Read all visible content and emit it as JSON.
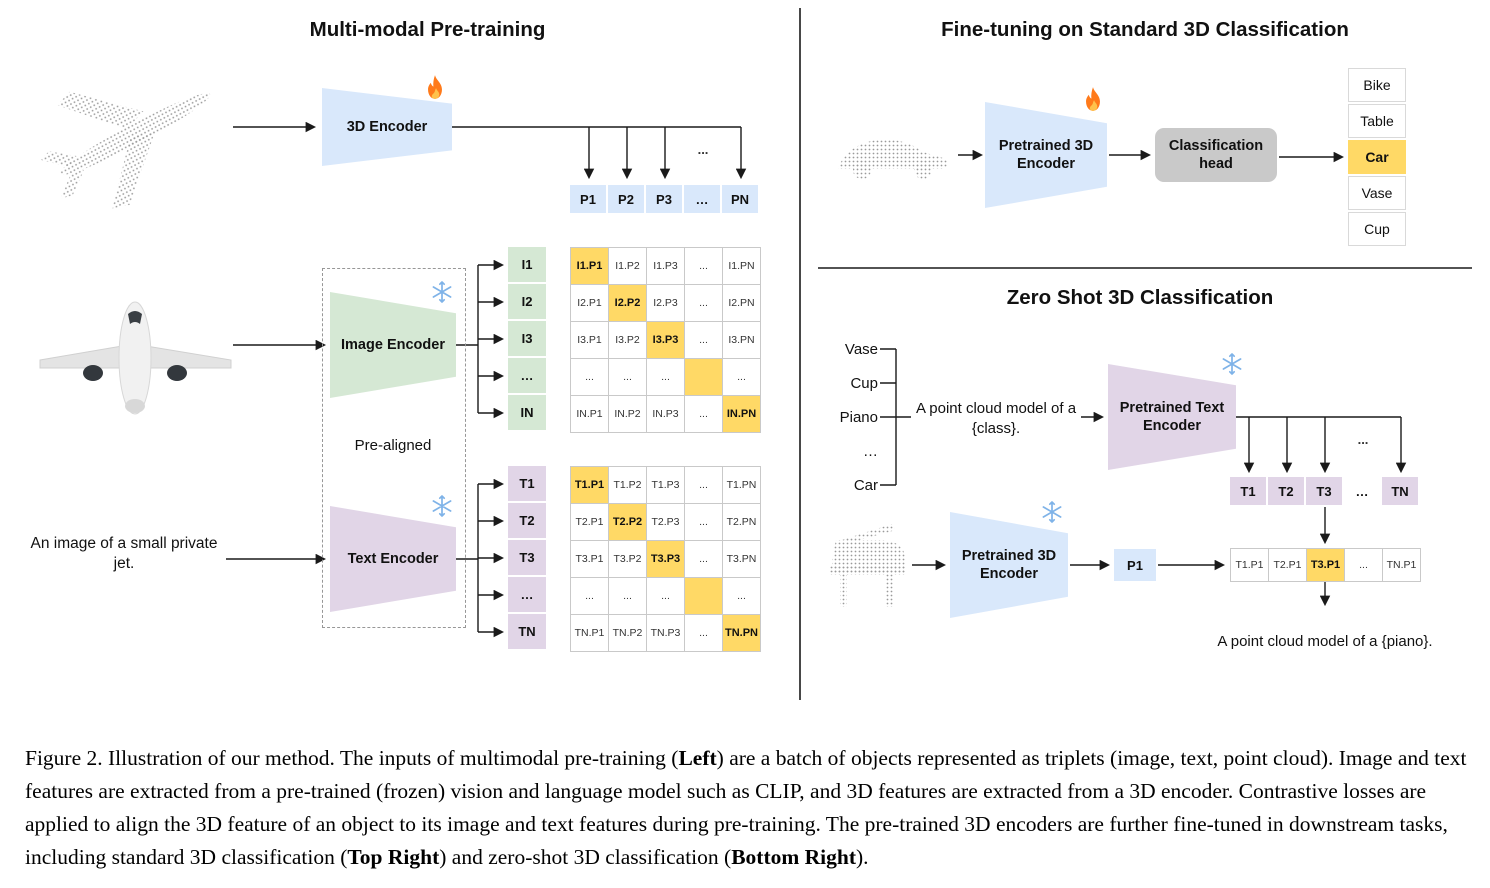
{
  "colors": {
    "highlight": "#FFD966",
    "blue": "#D9E8FB",
    "green": "#D5E8D4",
    "purple": "#E1D5E7",
    "head_gray": "#C9C9C9"
  },
  "left": {
    "title": "Multi-modal Pre-training",
    "encoder_3d_label": "3D Encoder",
    "image_encoder_label": "Image Encoder",
    "text_encoder_label": "Text Encoder",
    "pre_aligned": "Pre-aligned",
    "text_input": "An image of a small private jet.",
    "output_ellipsis": "...",
    "p_header": [
      "P1",
      "P2",
      "P3",
      "…",
      "PN"
    ],
    "image_rows": [
      "I1",
      "I2",
      "I3",
      "…",
      "IN"
    ],
    "text_rows": [
      "T1",
      "T2",
      "T3",
      "…",
      "TN"
    ],
    "image_matrix": [
      [
        "I1.P1",
        "I1.P2",
        "I1.P3",
        "...",
        "I1.PN"
      ],
      [
        "I2.P1",
        "I2.P2",
        "I2.P3",
        "...",
        "I2.PN"
      ],
      [
        "I3.P1",
        "I3.P2",
        "I3.P3",
        "...",
        "I3.PN"
      ],
      [
        "...",
        "...",
        "...",
        "",
        "..."
      ],
      [
        "IN.P1",
        "IN.P2",
        "IN.P3",
        "...",
        "IN.PN"
      ]
    ],
    "text_matrix": [
      [
        "T1.P1",
        "T1.P2",
        "T1.P3",
        "...",
        "T1.PN"
      ],
      [
        "T2.P1",
        "T2.P2",
        "T2.P3",
        "...",
        "T2.PN"
      ],
      [
        "T3.P1",
        "T3.P2",
        "T3.P3",
        "...",
        "T3.PN"
      ],
      [
        "...",
        "...",
        "...",
        "",
        "..."
      ],
      [
        "TN.P1",
        "TN.P2",
        "TN.P3",
        "...",
        "TN.PN"
      ]
    ]
  },
  "top_right": {
    "title": "Fine-tuning on Standard 3D Classification",
    "encoder_label": "Pretrained 3D Encoder",
    "classification_head": "Classification head",
    "classes": [
      "Bike",
      "Table",
      "Car",
      "Vase",
      "Cup"
    ],
    "highlighted_class": "Car"
  },
  "bottom_right": {
    "title": "Zero Shot 3D Classification",
    "class_words": [
      "Vase",
      "Cup",
      "Piano",
      "…",
      "Car"
    ],
    "prompt": "A point cloud model of a {class}.",
    "text_encoder_label": "Pretrained Text Encoder",
    "t_header": [
      "T1",
      "T2",
      "T3",
      "…",
      "TN"
    ],
    "encoder_3d_label": "Pretrained 3D Encoder",
    "p1": "P1",
    "output_ellipsis": "...",
    "result_row": [
      "T1.P1",
      "T2.P1",
      "T3.P1",
      "...",
      "TN.P1"
    ],
    "result_text": "A point cloud model of a {piano}."
  },
  "caption": {
    "s1": "Figure 2. Illustration of our method. The inputs of multimodal pre-training (",
    "b1": "Left",
    "s2": ") are a batch of objects represented as triplets (image, text, point cloud). Image and text features are extracted from a pre-trained (frozen) vision and language model such as CLIP, and 3D features are extracted from a 3D encoder. Contrastive losses are applied to align the 3D feature of an object to its image and text features during pre-training. The pre-trained 3D encoders are further fine-tuned in downstream tasks, including standard 3D classification (",
    "b2": "Top Right",
    "s3": ") and zero-shot 3D classification (",
    "b3": "Bottom Right",
    "s4": ")."
  }
}
